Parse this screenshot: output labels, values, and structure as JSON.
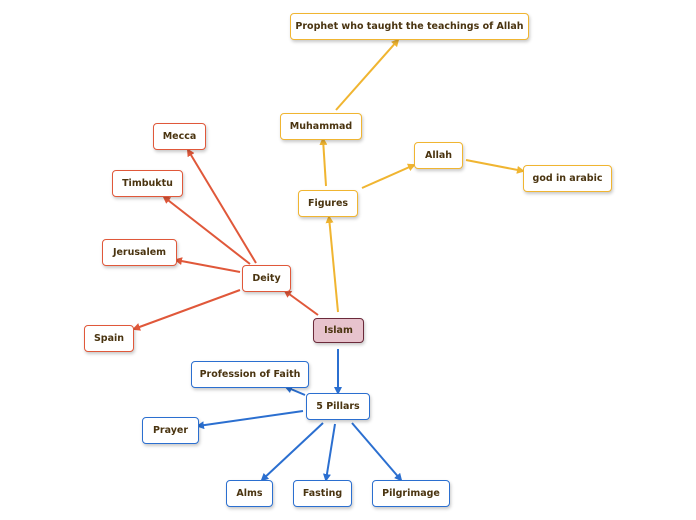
{
  "map": {
    "center": "Islam",
    "figures": "Figures",
    "muhammad": "Muhammad",
    "muhammad_note": "Prophet who taught the teachings of Allah",
    "allah": "Allah",
    "allah_note": "god in arabic",
    "deity": "Deity",
    "mecca": "Mecca",
    "timbuktu": "Timbuktu",
    "jerusalem": "Jerusalem",
    "spain": "Spain",
    "pillars": "5 Pillars",
    "faith": "Profession of Faith",
    "prayer": "Prayer",
    "alms": "Alms",
    "fasting": "Fasting",
    "pilgrimage": "Pilgrimage"
  },
  "colors": {
    "red": "#e0583a",
    "yellow": "#f0b531",
    "blue": "#2b6fd0",
    "center_fill": "#e7c3cd",
    "text": "#4a3410"
  }
}
